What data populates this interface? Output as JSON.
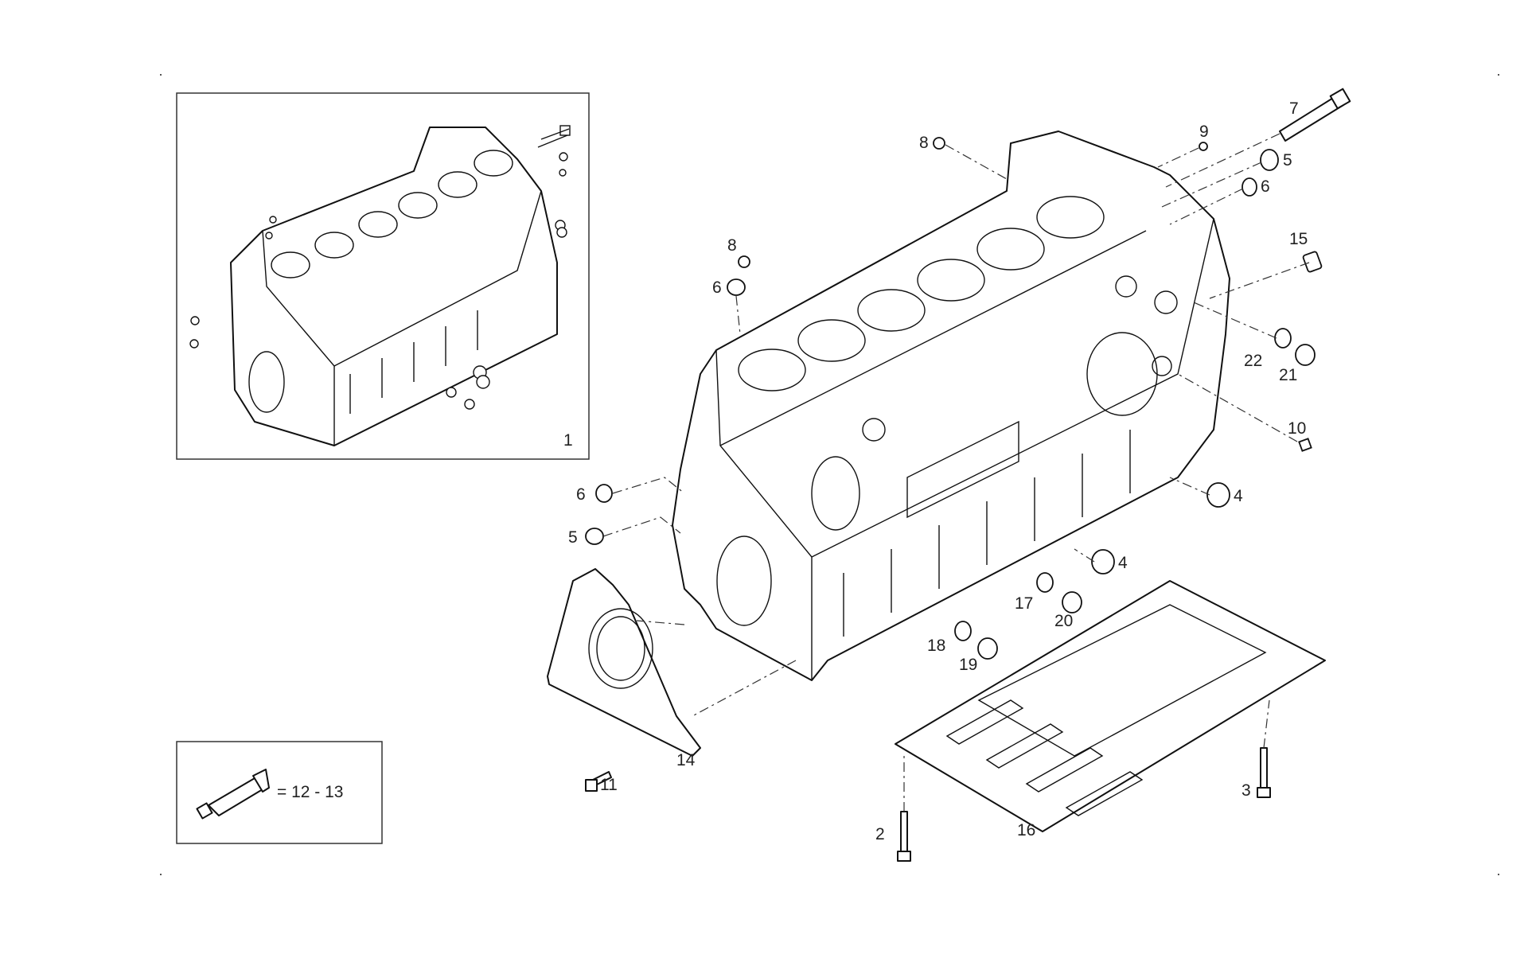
{
  "diagram": {
    "inset_label": "1",
    "legend": {
      "equation": "= 12 - 13",
      "icon": "sealant-tube-icon"
    },
    "callouts": [
      {
        "id": "c7",
        "text": "7"
      },
      {
        "id": "c8a",
        "text": "8"
      },
      {
        "id": "c9",
        "text": "9"
      },
      {
        "id": "c5a",
        "text": "5"
      },
      {
        "id": "c6a",
        "text": "6"
      },
      {
        "id": "c8b",
        "text": "8"
      },
      {
        "id": "c15",
        "text": "15"
      },
      {
        "id": "c6b",
        "text": "6"
      },
      {
        "id": "c22",
        "text": "22"
      },
      {
        "id": "c21",
        "text": "21"
      },
      {
        "id": "c10",
        "text": "10"
      },
      {
        "id": "c6c",
        "text": "6"
      },
      {
        "id": "c4a",
        "text": "4"
      },
      {
        "id": "c5b",
        "text": "5"
      },
      {
        "id": "c4b",
        "text": "4"
      },
      {
        "id": "c17",
        "text": "17"
      },
      {
        "id": "c20",
        "text": "20"
      },
      {
        "id": "c18",
        "text": "18"
      },
      {
        "id": "c19",
        "text": "19"
      },
      {
        "id": "c14",
        "text": "14"
      },
      {
        "id": "c11",
        "text": "11"
      },
      {
        "id": "c3",
        "text": "3"
      },
      {
        "id": "c2",
        "text": "2"
      },
      {
        "id": "c16",
        "text": "16"
      }
    ]
  }
}
